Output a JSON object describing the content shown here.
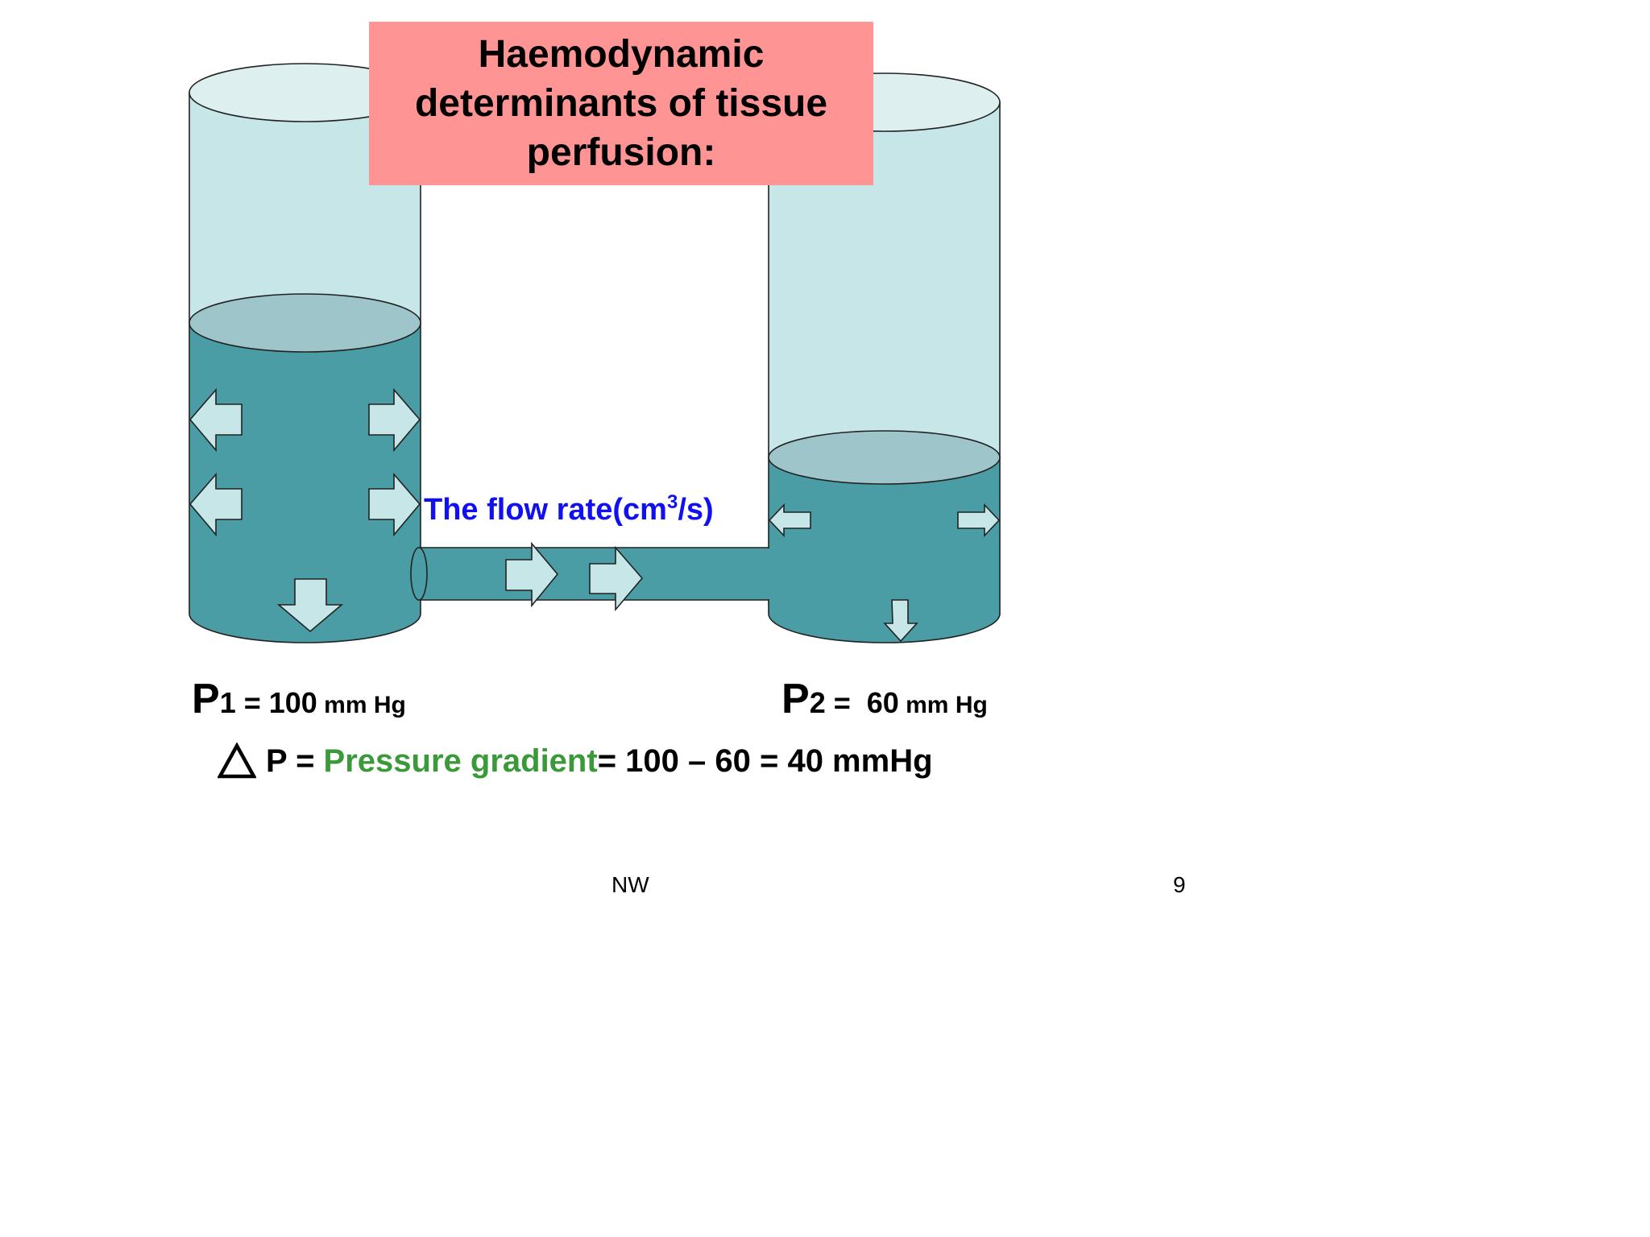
{
  "title": "Haemodynamic determinants of tissue perfusion:",
  "flow_label": {
    "prefix": "The flow rate(cm",
    "superscript": "3",
    "suffix": "/s)"
  },
  "p1": {
    "symbol": "P",
    "subscript": "1",
    "equals": " = ",
    "value": "100",
    "unit": " mm Hg"
  },
  "p2": {
    "symbol": "P",
    "subscript": "2",
    "equals": " =  ",
    "value": "60",
    "unit": " mm Hg"
  },
  "gradient": {
    "lead": "P = ",
    "term": "Pressure gradient",
    "rest": "= 100 – 60 = 40 mmHg"
  },
  "footer": {
    "center": "NW",
    "page_number": "9"
  },
  "colors": {
    "title_bg": "#ff9494",
    "fluid": "#4a9da5",
    "fluid_surface": "#9ec6ca",
    "cylinder_empty": "#c6e6e8",
    "arrow_fill": "#c6e6e8",
    "flow_text": "#1010f0",
    "gradient_term": "#3a9a3a"
  },
  "icons": {
    "delta": "triangle-delta-icon",
    "arrow": "block-arrow-icon"
  }
}
